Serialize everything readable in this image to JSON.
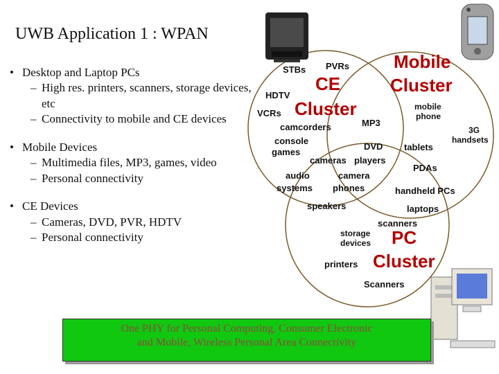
{
  "title": "UWB Application 1 : WPAN",
  "bullets": [
    {
      "text": "Desktop and Laptop PCs",
      "subs": [
        "High res. printers, scanners, storage devices, etc",
        "Connectivity to mobile and CE devices"
      ]
    },
    {
      "text": "Mobile Devices",
      "subs": [
        "Multimedia files, MP3, games, video",
        "Personal connectivity"
      ]
    },
    {
      "text": "CE Devices",
      "subs": [
        "Cameras, DVD, PVR, HDTV",
        "Personal connectivity"
      ]
    }
  ],
  "diagram": {
    "ce_label_1": "CE",
    "ce_label_2": "Cluster",
    "mobile_label_1": "Mobile",
    "mobile_label_2": "Cluster",
    "pc_label_1": "PC",
    "pc_label_2": "Cluster",
    "items": {
      "stbs": "STBs",
      "pvrs": "PVRs",
      "hdtv": "HDTV",
      "vcrs": "VCRs",
      "camcorders": "camcorders",
      "mp3": "MP3",
      "console": "console",
      "games": "games",
      "dvd": "DVD",
      "players": "players",
      "cameras": "cameras",
      "audio": "audio",
      "systems": "systems",
      "camera": "camera",
      "phones": "phones",
      "speakers": "speakers",
      "mobile": "mobile",
      "phone": "phone",
      "g3": "3G",
      "handsets": "handsets",
      "tablets": "tablets",
      "pdas": "PDAs",
      "handheld_pcs": "handheld PCs",
      "laptops": "laptops",
      "scanners_lc": "scanners",
      "storage": "storage",
      "devices": "devices",
      "printers": "printers",
      "scanners_cap": "Scanners"
    }
  },
  "banner": {
    "line1": "One PHY for Personal Computing, Consumer Electronic",
    "line2": "and Mobile, Wireless Personal Area Connectivity"
  },
  "icons": [
    "tv-icon",
    "pda-icon",
    "desktop-computer-icon"
  ],
  "colors": {
    "cluster_label": "#b30000",
    "banner_bg": "#11c811",
    "circle_stroke": "#7a5a2a"
  }
}
